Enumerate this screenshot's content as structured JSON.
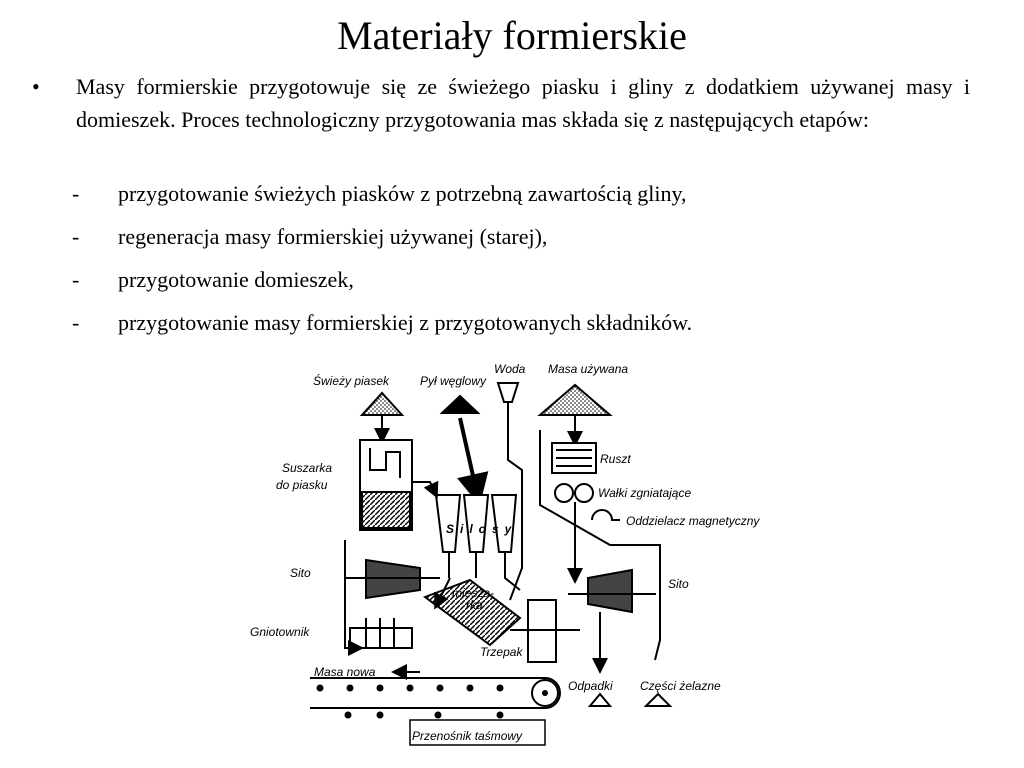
{
  "title": "Materiały formierskie",
  "intro": "Masy formierskie przygotowuje się ze świeżego piasku i gliny  z dodatkiem używanej masy i domieszek. Proces technologiczny przygotowania mas składa się z następujących etapów:",
  "bullet_symbol": "•",
  "dash_symbol": "-",
  "steps": [
    "przygotowanie świeżych piasków z potrzebną zawartością gliny,",
    "regeneracja masy formierskiej używanej (starej),",
    "przygotowanie domieszek,",
    "przygotowanie masy formierskiej z przygotowanych składników."
  ],
  "diagram": {
    "labels": {
      "swiezy_piasek": "Świeży piasek",
      "pyl_weglowy": "Pył węglowy",
      "woda": "Woda",
      "masa_uzywana": "Masa używana",
      "suszarka_1": "Suszarka",
      "suszarka_2": "do piasku",
      "ruszt": "Ruszt",
      "walki": "Wałki zgniatające",
      "oddzielacz": "Oddzielacz magnetyczny",
      "silosy": "Silosy",
      "sito_left": "Sito",
      "sito_right": "Sito",
      "mieszarka_1": "miesza-",
      "mieszarka_2": "rka",
      "gniotownik": "Gniotownik",
      "trzepak": "Trzepak",
      "masa_nowa": "Masa nowa",
      "odpadki": "Odpadki",
      "czesci": "Części żelazne",
      "przenosnik": "Przenośnik taśmowy"
    }
  }
}
